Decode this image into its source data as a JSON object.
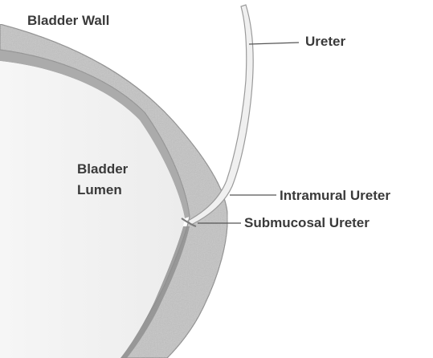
{
  "labels": {
    "bladder_wall": "Bladder Wall",
    "ureter": "Ureter",
    "bladder_lumen_line1": "Bladder",
    "bladder_lumen_line2": "Lumen",
    "intramural_ureter": "Intramural Ureter",
    "submucosal_ureter": "Submucosal Ureter"
  },
  "colors": {
    "wall_fill": "#c4c4c4",
    "wall_edge": "#8a8a8a",
    "lumen_fill": "#f3f3f3",
    "ureter_fill": "#f0f0f0",
    "ureter_edge": "#9a9a9a",
    "leader_line": "#555555",
    "label_text": "#3a3a3a"
  }
}
